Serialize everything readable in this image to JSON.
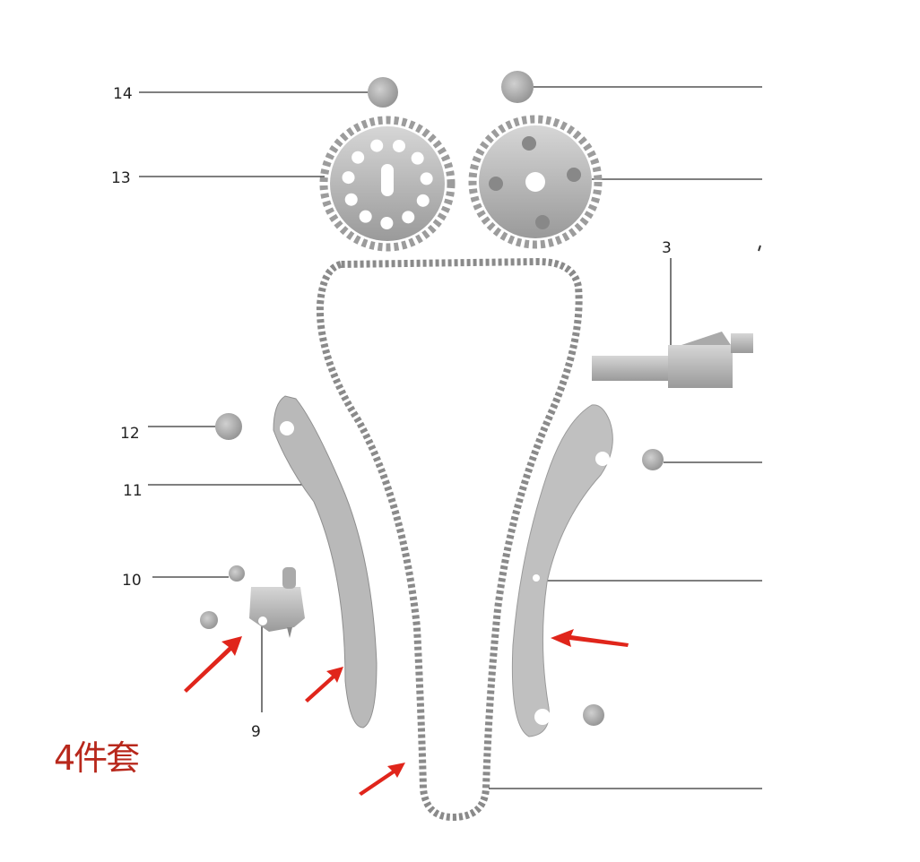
{
  "callouts": {
    "c14": "14",
    "c13": "13",
    "c3": "3",
    "c12": "12",
    "c11": "11",
    "c10": "10",
    "c9": "9"
  },
  "kit_label": "4件套",
  "colors": {
    "part_gray": "#b9b9b9",
    "arrow_red": "#e0251b",
    "kit_text": "#b8281c"
  }
}
